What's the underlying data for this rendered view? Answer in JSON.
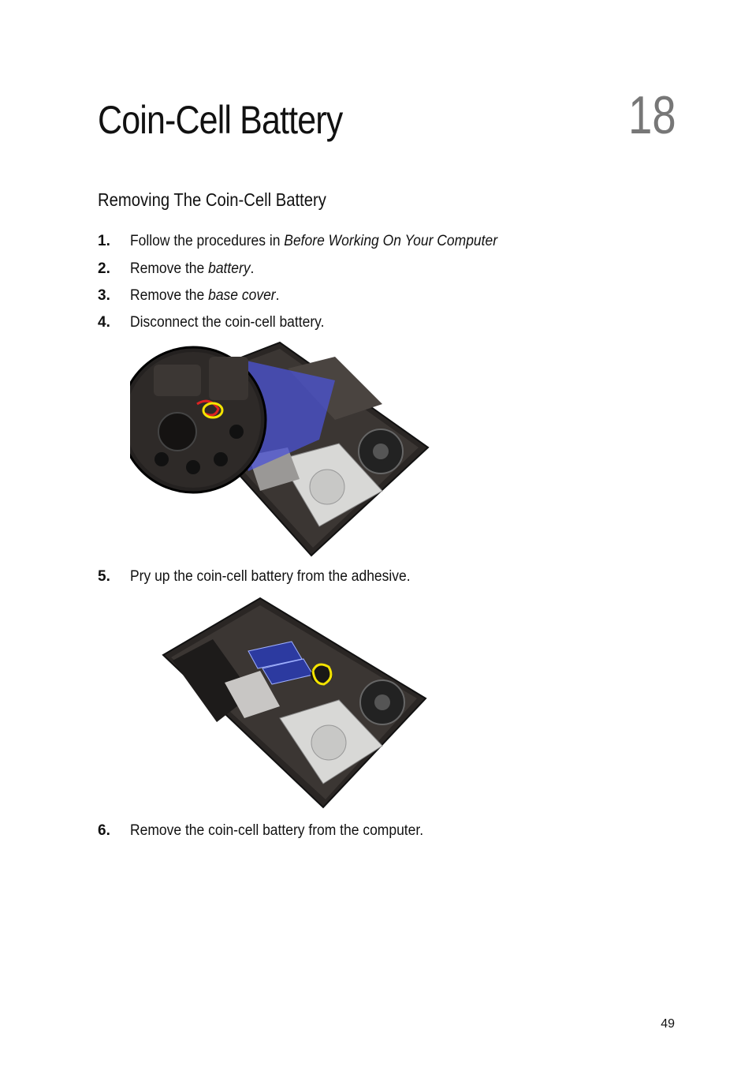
{
  "chapter": {
    "title": "Coin-Cell Battery",
    "number": "18"
  },
  "section": {
    "title": "Removing The Coin-Cell Battery"
  },
  "steps": [
    {
      "num": "1.",
      "text": "Follow the procedures in ",
      "em": "Before Working On Your Computer",
      "after": ""
    },
    {
      "num": "2.",
      "text": "Remove the ",
      "em": "battery",
      "after": "."
    },
    {
      "num": "3.",
      "text": "Remove the ",
      "em": "base cover",
      "after": "."
    },
    {
      "num": "4.",
      "text": "Disconnect the coin-cell battery.",
      "em": "",
      "after": ""
    },
    {
      "num": "5.",
      "text": "Pry up the coin-cell battery from the adhesive.",
      "em": "",
      "after": ""
    },
    {
      "num": "6.",
      "text": "Remove the coin-cell battery from the computer.",
      "em": "",
      "after": ""
    }
  ],
  "page_number": "49"
}
